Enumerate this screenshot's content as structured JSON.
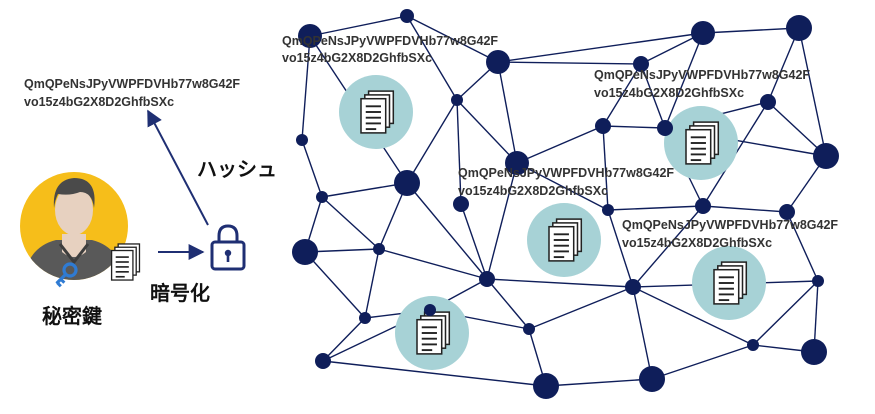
{
  "labels": {
    "hash_line1": "QmQPeNsJPyVWPFDVHb77w8G42F",
    "hash_line2": "vo15z4bG2X8D2GhfbSXc",
    "hash_process": "ハッシュ",
    "encryption": "暗号化",
    "private_key": "秘密鍵"
  },
  "network": {
    "node_color": "#0f1e5a",
    "edge_color": "#0f1e5a",
    "storage_fill": "#a7d2d6"
  },
  "colors": {
    "avatar_bg": "#f6be1a",
    "avatar_skin": "#e7d1c0",
    "avatar_hair": "#4a4a4a",
    "avatar_hoodie": "#595959",
    "key_icon": "#2f7bd3",
    "lock_icon": "#1f2f73",
    "arrow": "#1f2f73"
  }
}
